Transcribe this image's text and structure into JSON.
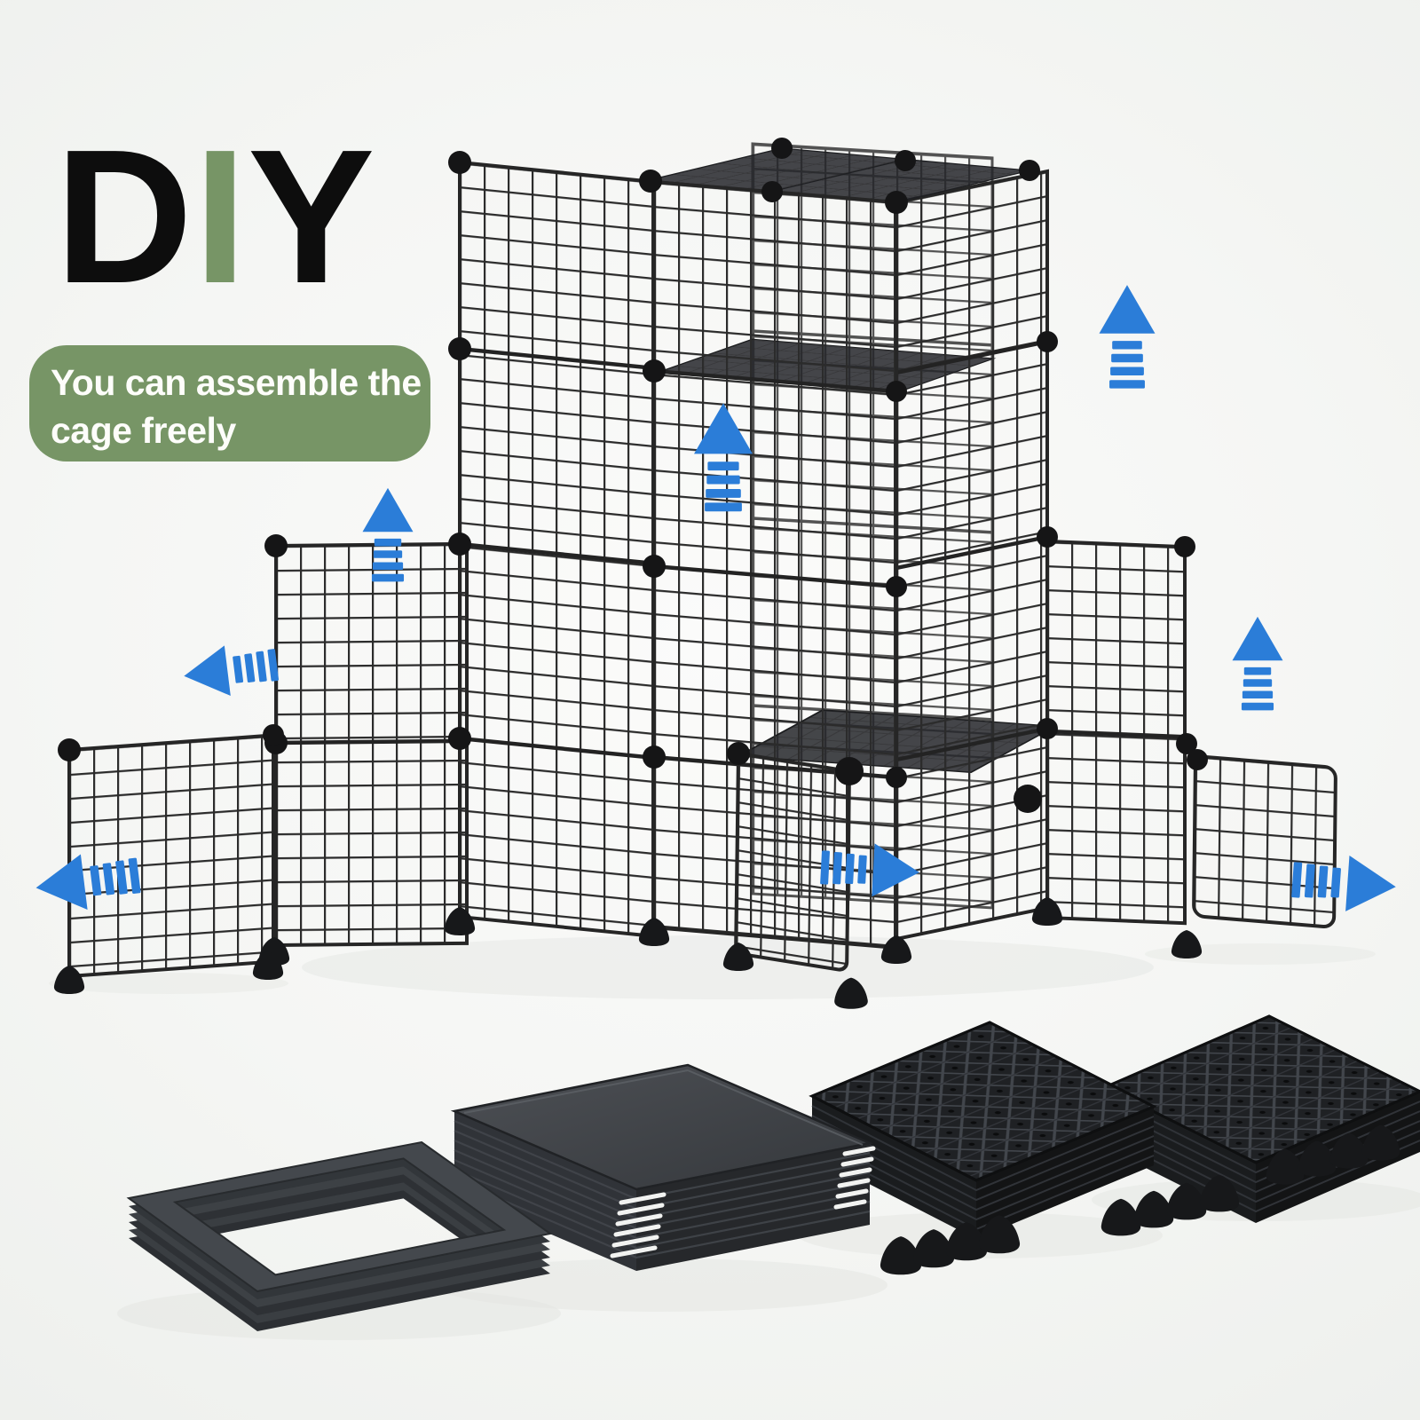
{
  "branding": {
    "title_letters": {
      "d": "D",
      "i": "I",
      "y": "Y"
    }
  },
  "callout": {
    "line1": "You can assemble the",
    "line2": "cage freely"
  },
  "colors": {
    "background": "#f3f4f2",
    "title_text": "#0d0d0d",
    "accent_green": "#779566",
    "callout_text": "#fdfdfa",
    "arrow_blue": "#2b7dd8",
    "wire_black": "#2b2b2b",
    "connector_black": "#151516",
    "plastic_dark": "#3b3f43",
    "mat_dark": "#1f2124"
  },
  "icons": {
    "assembly_arrows": [
      {
        "name": "up-arrow-icon",
        "direction": "up",
        "location": "top-right"
      },
      {
        "name": "up-arrow-icon",
        "direction": "up",
        "location": "center-tower"
      },
      {
        "name": "up-arrow-icon",
        "direction": "up",
        "location": "left-wing"
      },
      {
        "name": "up-arrow-icon",
        "direction": "up",
        "location": "right-wing"
      },
      {
        "name": "left-arrow-icon",
        "direction": "left",
        "location": "left-middle"
      },
      {
        "name": "left-arrow-icon",
        "direction": "left",
        "location": "far-left-bottom"
      },
      {
        "name": "right-arrow-icon",
        "direction": "right",
        "location": "center-bottom"
      },
      {
        "name": "right-arrow-icon",
        "direction": "right",
        "location": "far-right-bottom"
      }
    ]
  },
  "scene": {
    "objects": [
      "wire-grid-cage-tower",
      "wire-grid-side-panels",
      "ball-connectors",
      "translucent-top-and-shelf-plates",
      "open-door-panels",
      "stack-of-open-frames",
      "stack-of-solid-panels",
      "two-stacks-of-lattice-floor-mats",
      "twelve-cone-feet"
    ]
  }
}
